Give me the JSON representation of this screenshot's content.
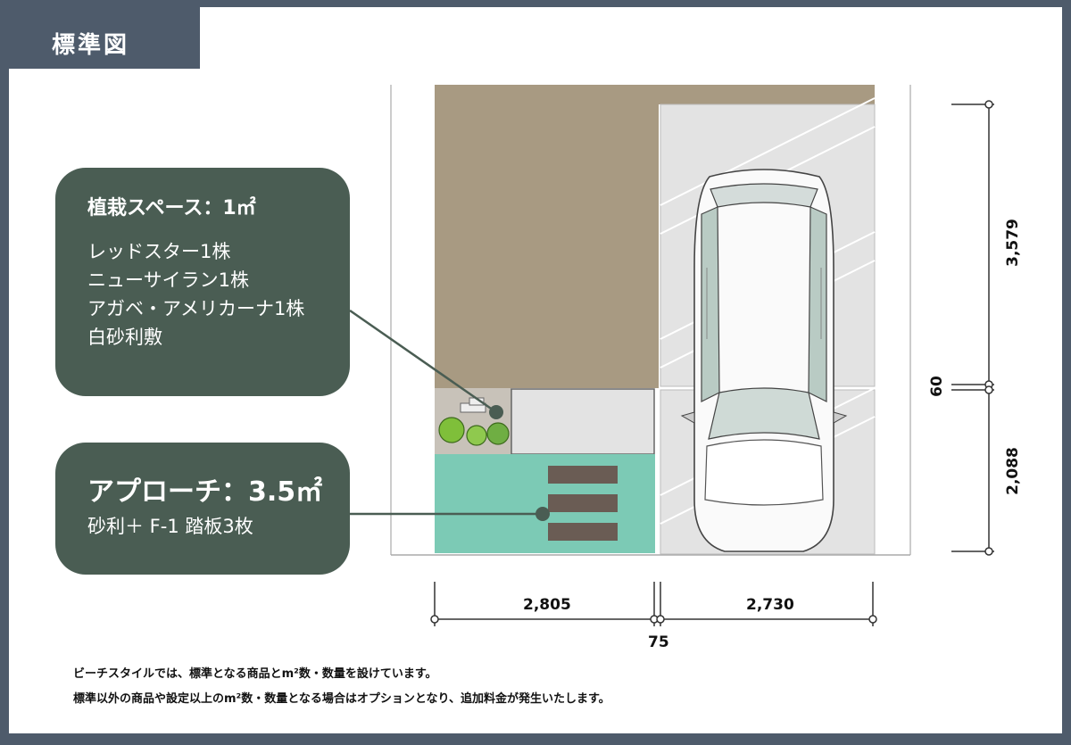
{
  "title": "標準図",
  "planting": {
    "heading": "植栽スペース：1㎡",
    "items": [
      "レッドスター1株",
      "ニューサイラン1株",
      "アガベ・アメリカーナ1株",
      "白砂利敷"
    ]
  },
  "approach": {
    "heading": "アプローチ：3.5㎡",
    "detail": "砂利＋ F-1 踏板3枚"
  },
  "dimensions": {
    "width_left": "2,805",
    "width_right": "2,730",
    "width_gap": "75",
    "height_top": "3,579",
    "height_gap": "60",
    "height_bottom": "2,088"
  },
  "notes": [
    "ビーチスタイルでは、標準となる商品とm²数・数量を設けています。",
    "標準以外の商品や設定以上のm²数・数量となる場合はオプションとなり、追加料金が発生いたします。"
  ],
  "colors": {
    "frame": "#4e5b6b",
    "callout": "#4a5d53",
    "house": "#a89a82",
    "approach": "#7ccab5",
    "gravel": "#c8c2b9",
    "parking": "#e3e3e3",
    "step": "#6a5c54"
  }
}
